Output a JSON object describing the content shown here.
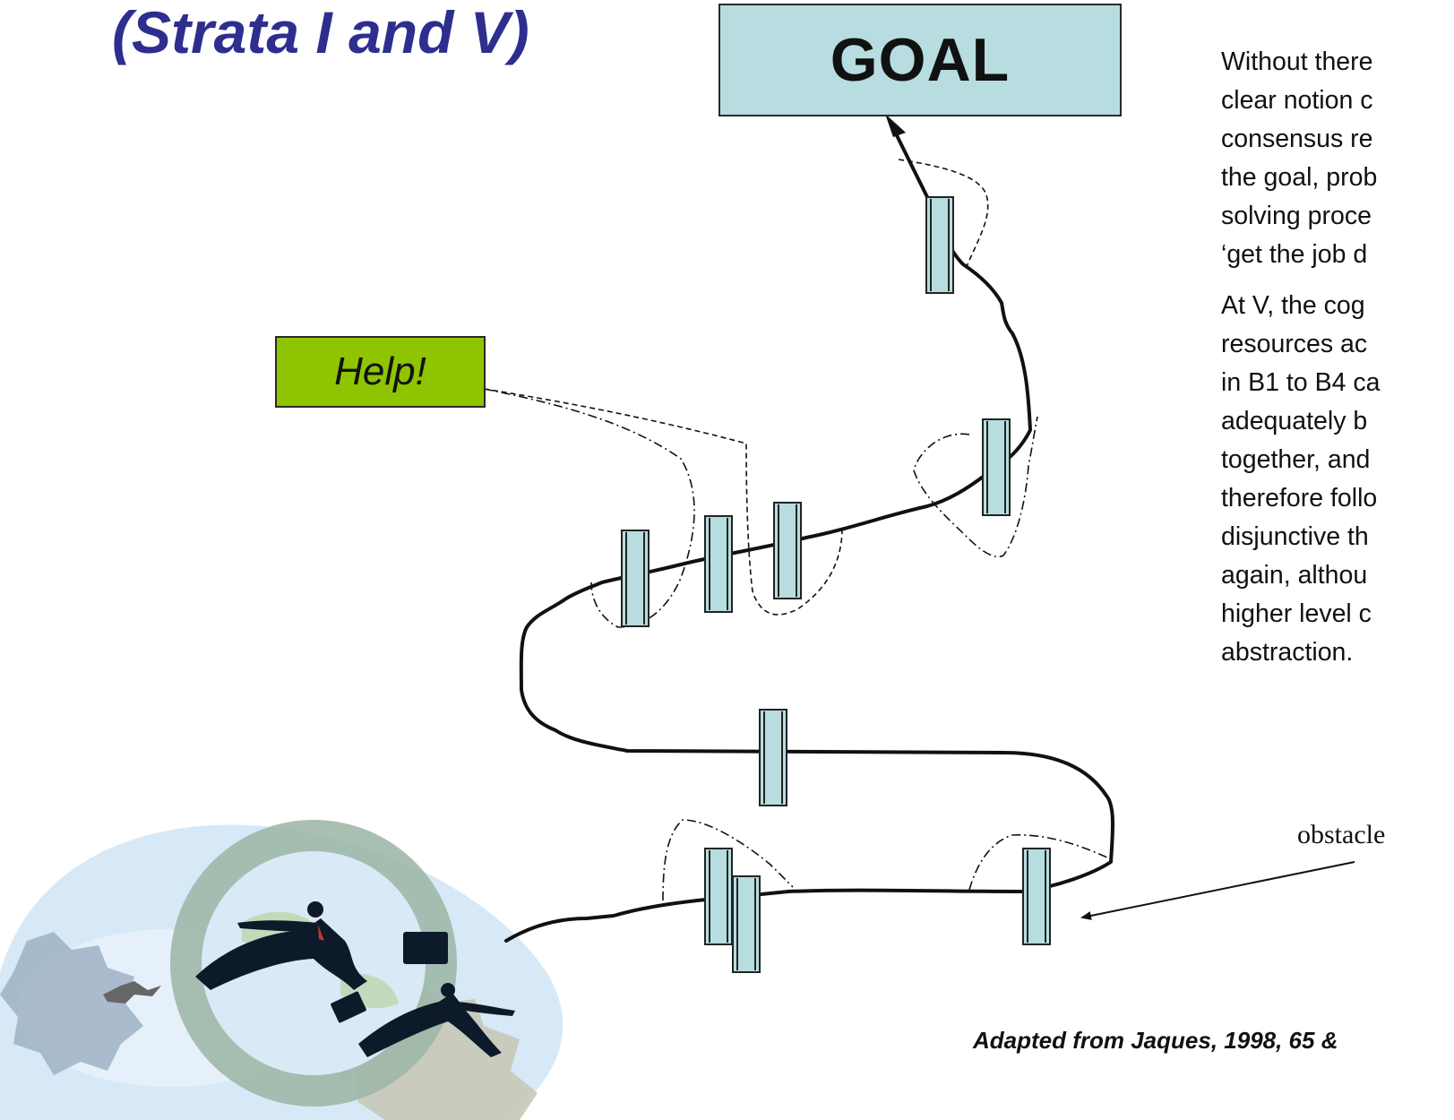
{
  "title": "(Strata I and V)",
  "goal_label": "GOAL",
  "help_label": "Help!",
  "description": [
    "Without there\nclear notion c\nconsensus re\nthe goal, prob\nsolving proce\n‘get the job d",
    "At V, the cog\nresources ac\nin B1 to B4 ca\nadequately b\ntogether, and\ntherefore follo\ndisjunctive th\nagain, althou\nhigher level c\nabstraction."
  ],
  "obstacle_label": "obstacle",
  "credit": "Adapted from Jaques, 1998, 65 &",
  "colors": {
    "title": "#2e2e8f",
    "goal_fill": "#b7dde0",
    "help_fill": "#8fc400",
    "obstacle_fill": "#b7dde0"
  }
}
